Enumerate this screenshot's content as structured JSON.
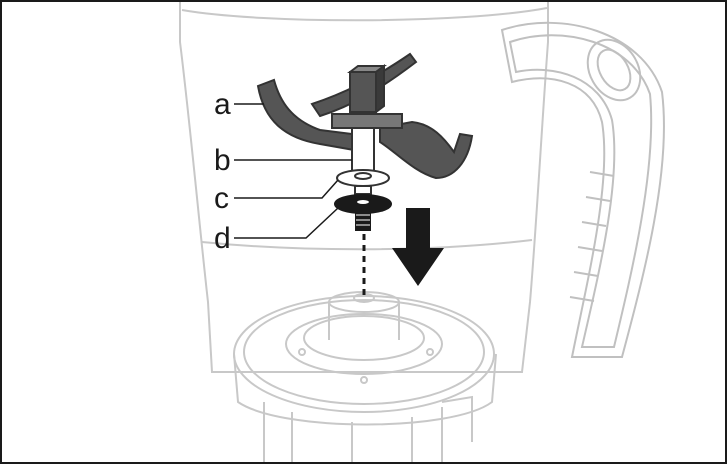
{
  "labels": {
    "a": "a",
    "b": "b",
    "c": "c",
    "d": "d"
  },
  "colors": {
    "outline_light": "#c8c8c8",
    "outline_mid": "#9a9a9a",
    "part_dark": "#555555",
    "part_black": "#1a1a1a",
    "white": "#ffffff"
  }
}
